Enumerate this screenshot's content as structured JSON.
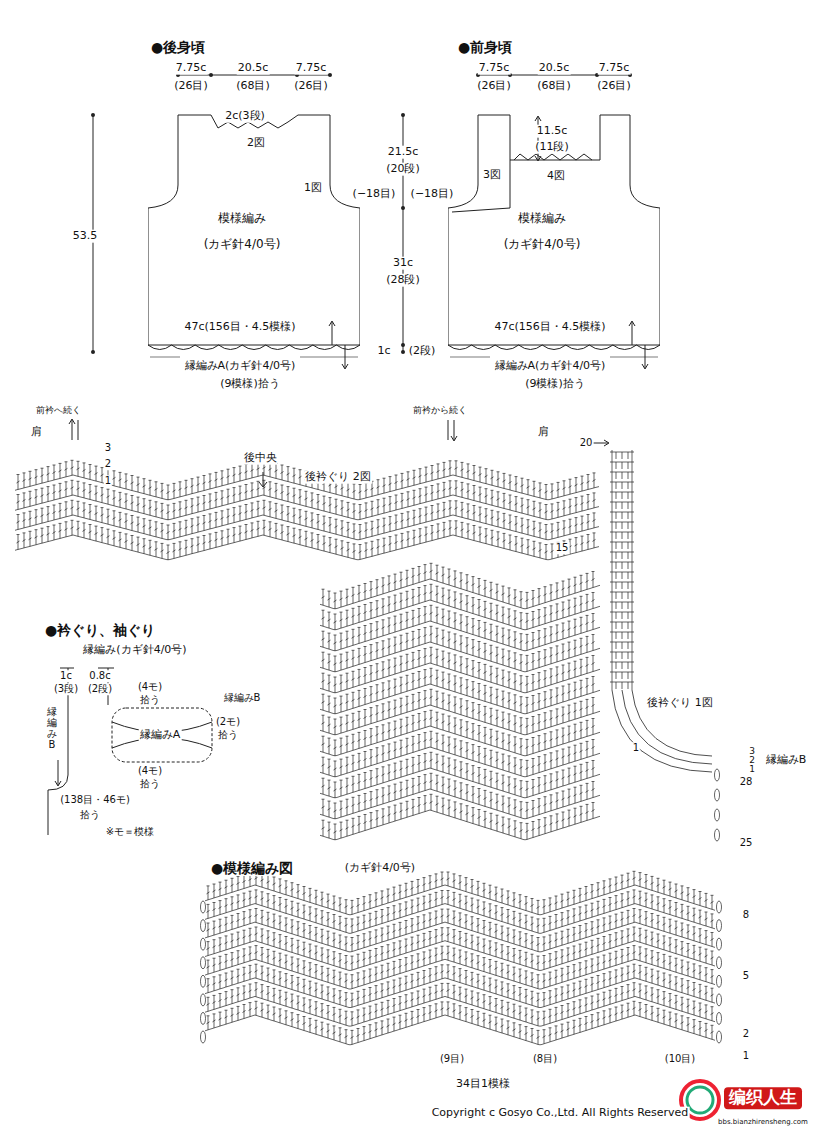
{
  "diagram": {
    "nodes": [
      {
        "text": [
          "模様編み",
          "(カギ針4/0号)"
        ]
      },
      {
        "text": [
          "模様編み",
          "(カギ針4/0号)"
        ]
      }
    ],
    "labels": [
      "●後身頃",
      "7.75c",
      "(26目)",
      "20.5c",
      "(68目)",
      "7.75c",
      "(26目)",
      "2c(3段)",
      "2図",
      "1図",
      "(−18目)",
      "53.5",
      "47c(156目・4.5模様)",
      "縁編みA(カギ針4/0号)",
      "(9模様)拾う",
      "21.5c",
      "(20段)",
      "31c",
      "(28段)",
      "1c",
      "(2段)",
      "●前身頃",
      "7.75c",
      "(26目)",
      "20.5c",
      "(68目)",
      "7.75c",
      "(26目)",
      "11.5c",
      "(11段)",
      "3図",
      "4図",
      "(−18目)",
      "47c(156目・4.5模様)",
      "縁編みA(カギ針4/0号)",
      "(9模様)拾う",
      "前衿へ続く",
      "肩",
      "3",
      "2",
      "1",
      "後中央",
      "後衿ぐり 2図",
      "前衿から続く",
      "肩",
      "20",
      "15",
      "後衿ぐり 1図",
      "3",
      "2",
      "1",
      "縁編みB",
      "28",
      "25",
      "1",
      "●衿ぐり、袖ぐり",
      "縁編み(カギ針4/0号)",
      "1c",
      "(3段)",
      "0.8c",
      "(2段)",
      "縁編みB",
      "(4モ)",
      "拾う",
      "縁編みB",
      "縁編みA",
      "(2モ)",
      "拾う",
      "(4モ)",
      "拾う",
      "(138目・46モ)",
      "拾う",
      "※モ＝模様",
      "●模様編み図",
      "(カギ針4/0号)",
      "8",
      "5",
      "2",
      "1",
      "(9目)",
      "(8目)",
      "(10目)",
      "34目1模様",
      "Copyright c Gosyo Co.,Ltd. All Rights Reserved",
      "编织人生",
      "bbs.bianzhirensheng.com"
    ]
  }
}
